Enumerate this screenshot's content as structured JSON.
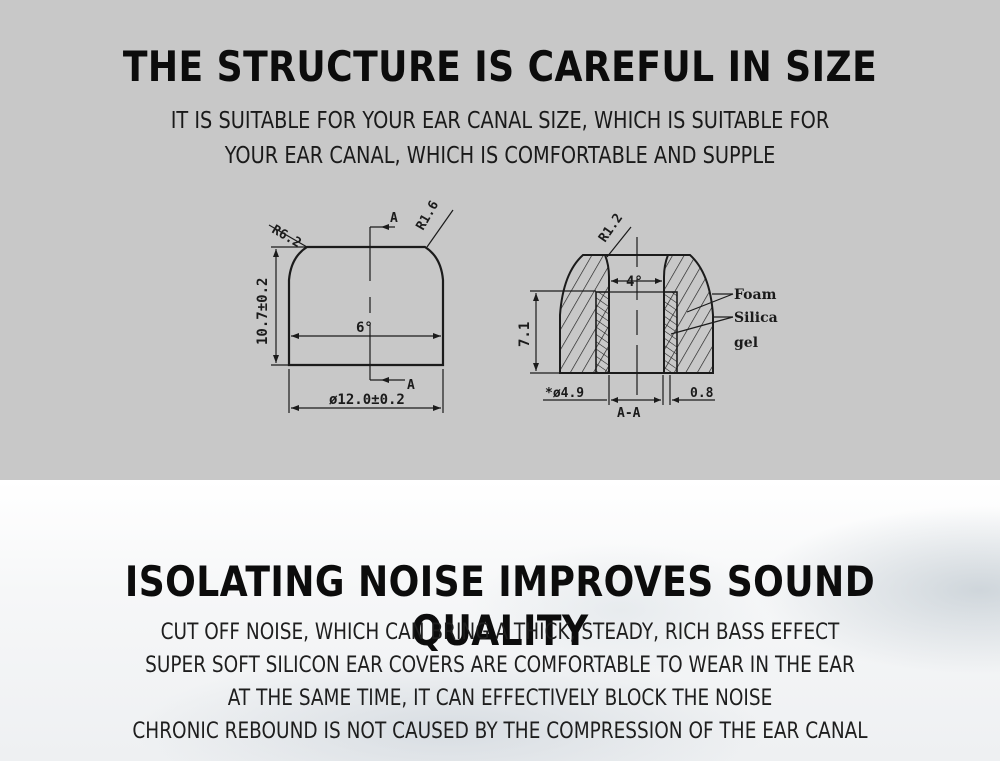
{
  "section_structure": {
    "title": "THE STRUCTURE IS CAREFUL IN SIZE",
    "subtitle_lines": [
      "IT IS SUITABLE FOR YOUR EAR CANAL SIZE, WHICH IS SUITABLE FOR",
      "YOUR EAR CANAL, WHICH IS COMFORTABLE AND SUPPLE"
    ],
    "background_color": "#c8c8c8",
    "drawing_outer": {
      "radius_left": "R6.2",
      "radius_right": "R1.6",
      "height": "10.7±0.2",
      "top_width": "6°",
      "diameter": "ø12.0±0.2",
      "section_marker_top": "A",
      "section_marker_bottom": "A"
    },
    "drawing_section": {
      "radius": "R1.2",
      "inner_width": "4°",
      "height": "7.1",
      "inner_diameter": "*ø4.9",
      "wall": "0.8",
      "section_label": "A-A",
      "labels": [
        "Foam",
        "Silica",
        "gel"
      ]
    }
  },
  "section_noise": {
    "title": "ISOLATING NOISE IMPROVES SOUND QUALITY",
    "body_lines": [
      "CUT OFF NOISE, WHICH CAN BRING A THICK, STEADY, RICH BASS EFFECT",
      "SUPER SOFT SILICON EAR COVERS ARE COMFORTABLE TO WEAR IN THE EAR",
      "AT THE SAME TIME, IT CAN EFFECTIVELY BLOCK THE NOISE",
      "CHRONIC REBOUND IS NOT CAUSED BY THE COMPRESSION OF THE EAR CANAL"
    ]
  }
}
